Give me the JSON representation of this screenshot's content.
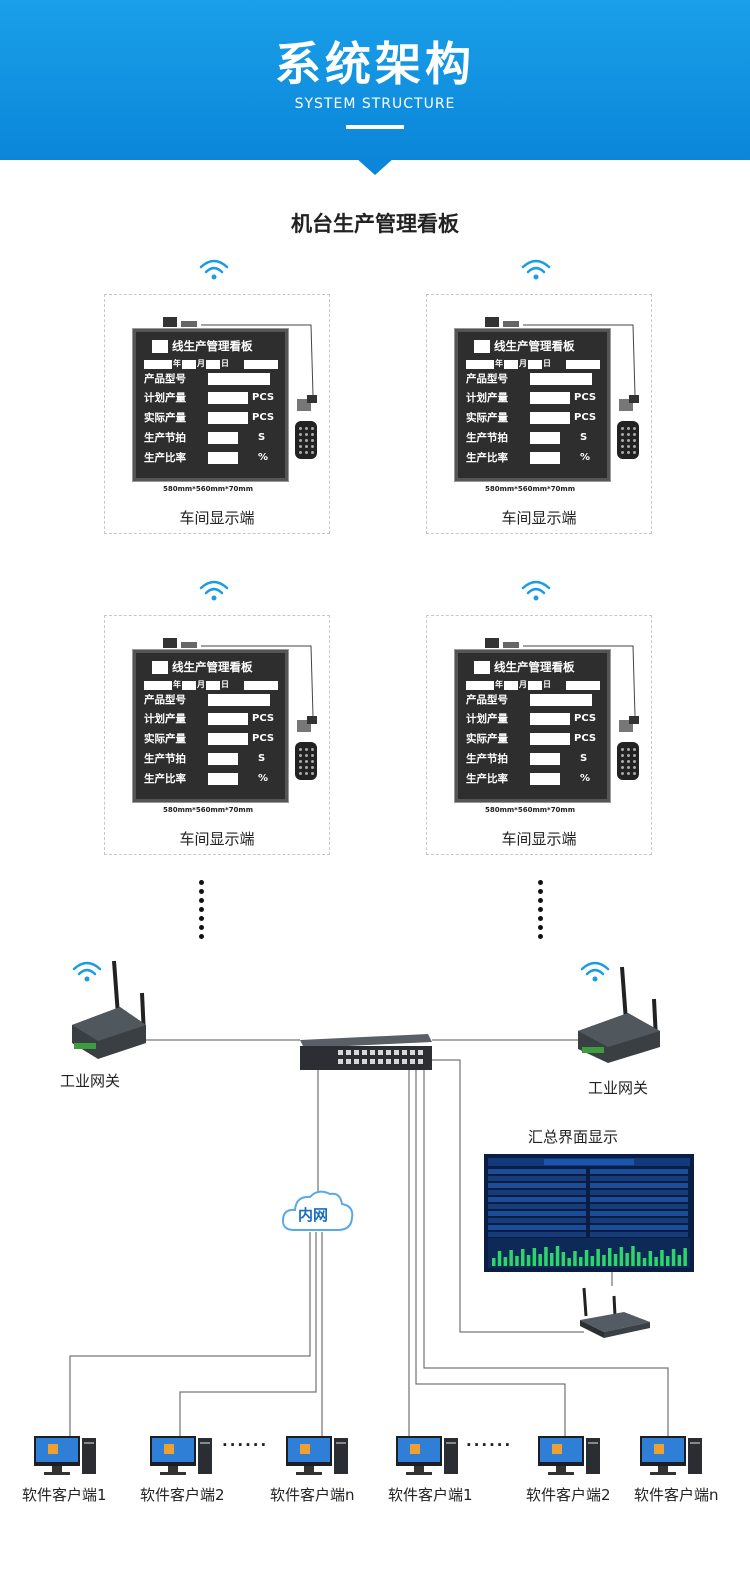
{
  "header": {
    "title": "系统架构",
    "subtitle": "SYSTEM STRUCTURE"
  },
  "section_title": "机台生产管理看板",
  "board": {
    "title": "线生产管理看板",
    "date_year": "年",
    "date_month": "月",
    "date_day": "日",
    "rows": [
      {
        "label": "产品型号",
        "unit": ""
      },
      {
        "label": "计划产量",
        "unit": "PCS"
      },
      {
        "label": "实际产量",
        "unit": "PCS"
      },
      {
        "label": "生产节拍",
        "unit": "S"
      },
      {
        "label": "生产比率",
        "unit": "%"
      }
    ],
    "dimensions": "580mm*560mm*70mm",
    "caption": "车间显示端"
  },
  "gateway_label": "工业网关",
  "intranet_label": "内网",
  "summary_label": "汇总界面显示",
  "clients": [
    "软件客户端1",
    "软件客户端2",
    "软件客户端n",
    "软件客户端1",
    "软件客户端2",
    "软件客户端n"
  ],
  "colors": {
    "header_blue": "#0b86d8",
    "wifi": "#1a9be8",
    "board_bg": "#2e2e2e"
  }
}
